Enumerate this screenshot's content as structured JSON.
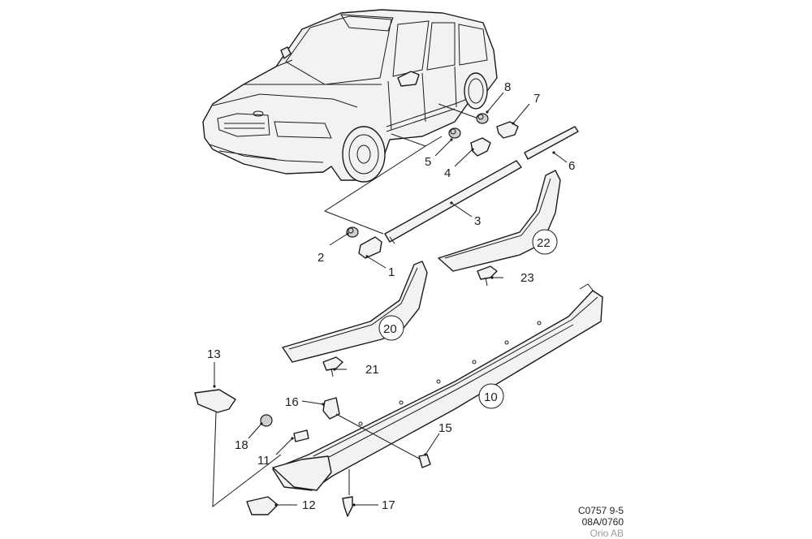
{
  "callouts": [
    {
      "id": "1",
      "text": "1",
      "circled": false
    },
    {
      "id": "2",
      "text": "2",
      "circled": false
    },
    {
      "id": "3",
      "text": "3",
      "circled": false
    },
    {
      "id": "4",
      "text": "4",
      "circled": false
    },
    {
      "id": "5",
      "text": "5",
      "circled": false
    },
    {
      "id": "6",
      "text": "6",
      "circled": false
    },
    {
      "id": "7",
      "text": "7",
      "circled": false
    },
    {
      "id": "8",
      "text": "8",
      "circled": false
    },
    {
      "id": "10",
      "text": "10",
      "circled": true
    },
    {
      "id": "11",
      "text": "11",
      "circled": false
    },
    {
      "id": "12",
      "text": "12",
      "circled": false
    },
    {
      "id": "13",
      "text": "13",
      "circled": false
    },
    {
      "id": "15",
      "text": "15",
      "circled": false
    },
    {
      "id": "16",
      "text": "16",
      "circled": false
    },
    {
      "id": "17",
      "text": "17",
      "circled": false
    },
    {
      "id": "18",
      "text": "18",
      "circled": false
    },
    {
      "id": "20",
      "text": "20",
      "circled": true
    },
    {
      "id": "21",
      "text": "21",
      "circled": false
    },
    {
      "id": "22",
      "text": "22",
      "circled": true
    },
    {
      "id": "23",
      "text": "23",
      "circled": false
    }
  ],
  "footer": {
    "code": "C0757 9-5",
    "ref": "08A/0760",
    "company": "Orio AB"
  }
}
